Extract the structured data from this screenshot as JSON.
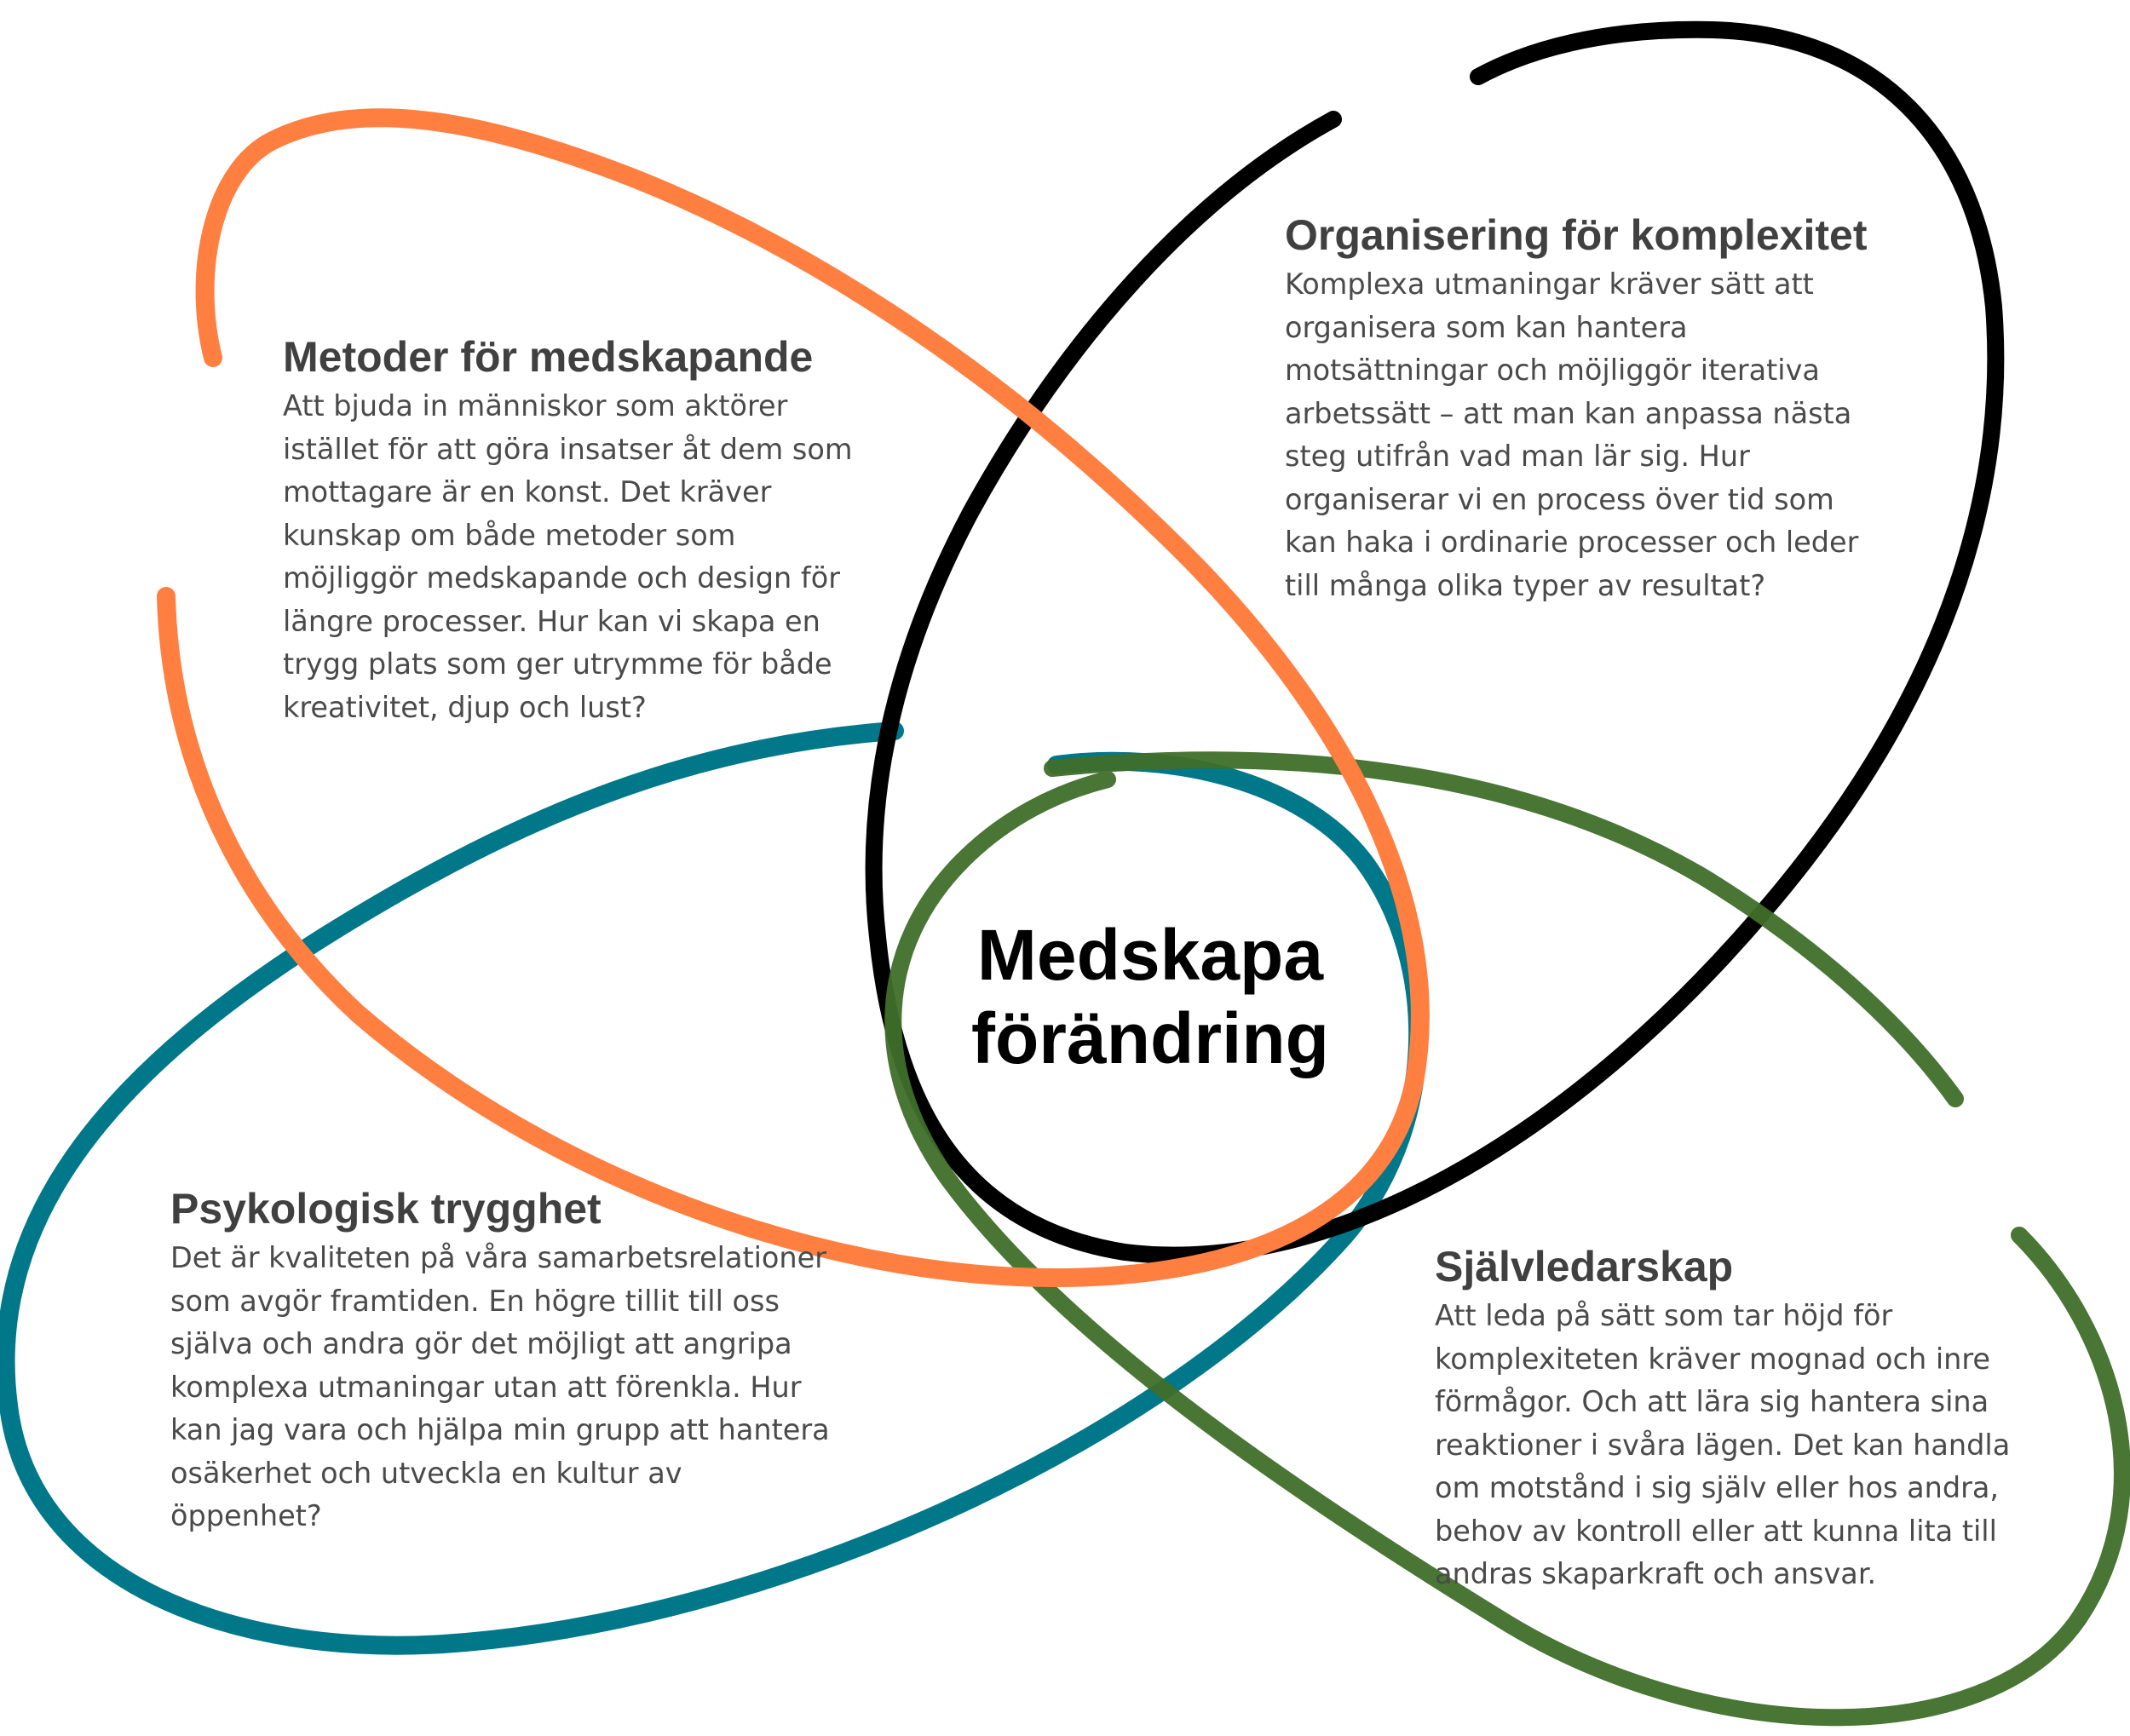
{
  "colors": {
    "orange": "#FF7F41",
    "black": "#000000",
    "teal": "#00788A",
    "green": "#3F6E2A",
    "text": "#404040"
  },
  "center": {
    "line1": "Medskapa",
    "line2": "förändring"
  },
  "blocks": {
    "metoder": {
      "title": "Metoder för medskapande",
      "lines": [
        "Att bjuda in människor som aktörer",
        "istället för att göra insatser åt dem som",
        "mottagare är en konst. Det kräver",
        "kunskap om både metoder som",
        "möjliggör medskapande och design för",
        "längre processer. Hur kan vi skapa en",
        "trygg plats som ger utrymme för både",
        "kreativitet, djup och lust?"
      ]
    },
    "organisering": {
      "title": "Organisering för komplexitet",
      "lines": [
        "Komplexa utmaningar kräver sätt att",
        "organisera som kan hantera",
        "motsättningar och möjliggör iterativa",
        "arbetssätt – att man kan anpassa nästa",
        "steg utifrån vad man lär sig.  Hur",
        "organiserar vi en process över tid som",
        "kan haka i ordinarie processer och leder",
        "till många olika typer av resultat?"
      ]
    },
    "psyk": {
      "title": "Psykologisk trygghet",
      "lines": [
        "Det är kvaliteten på våra samarbetsrelationer",
        "som avgör framtiden. En högre tillit till oss",
        "själva och andra gör det möjligt att angripa",
        "komplexa utmaningar utan att förenkla. Hur",
        "kan jag vara och hjälpa min grupp att hantera",
        "osäkerhet och utveckla en kultur av",
        "öppenhet?"
      ]
    },
    "sjalv": {
      "title": "Självledarskap",
      "lines": [
        "Att leda på sätt som tar höjd för",
        "komplexiteten kräver mognad och inre",
        "förmågor. Och att lära sig hantera sina",
        "reaktioner i svåra lägen. Det kan handla",
        "om motstånd i sig själv eller hos andra,",
        "behov av kontroll eller att kunna lita till",
        "andras skaparkraft och ansvar."
      ]
    }
  }
}
